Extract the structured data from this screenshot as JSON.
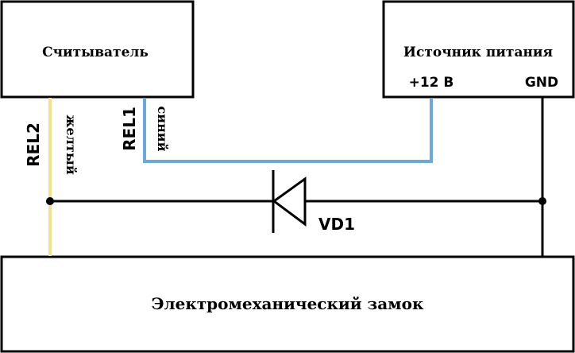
{
  "blocks": {
    "reader": "Считыватель",
    "power_supply": "Источник питания",
    "lock": "Электромеханический замок"
  },
  "terminals": {
    "plus12": "+12 В",
    "gnd": "GND"
  },
  "wires": {
    "rel2_label": "REL2",
    "rel2_color_name": "желтый",
    "rel1_label": "REL1",
    "rel1_color_name": "синий"
  },
  "components": {
    "diode": "VD1"
  },
  "colors": {
    "yellow_wire": "#f5e08c",
    "blue_wire": "#6aa8e0",
    "black": "#000000"
  }
}
